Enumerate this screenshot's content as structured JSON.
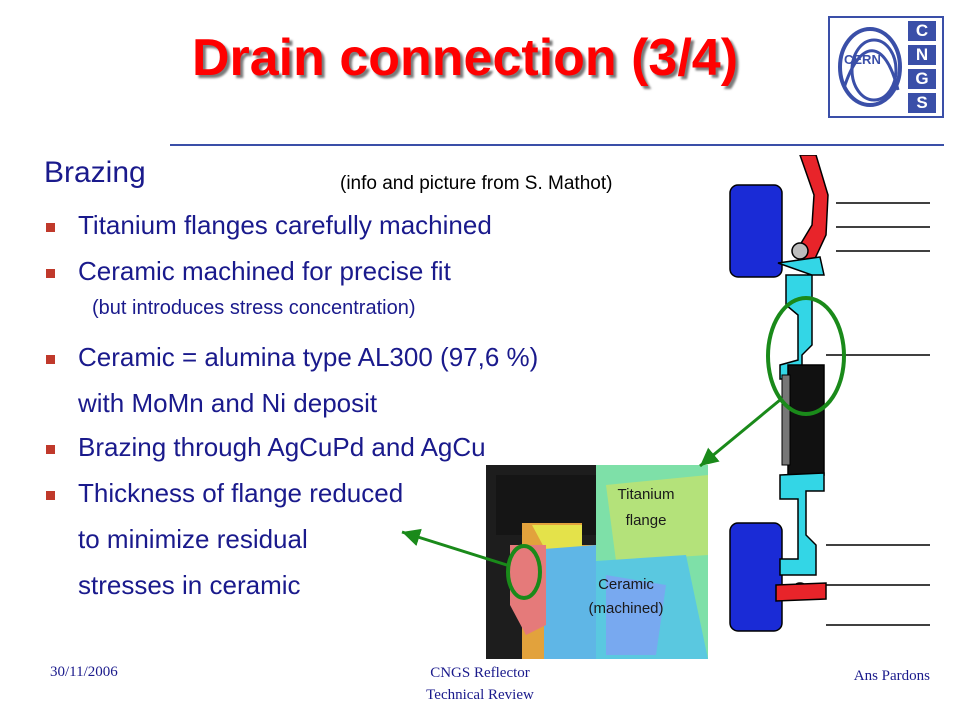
{
  "title": "Drain connection (3/4)",
  "logo": {
    "ring_text": "CERN",
    "letters": [
      "C",
      "N",
      "G",
      "S"
    ]
  },
  "section_heading": "Brazing",
  "credit": "(info and picture from S. Mathot)",
  "bullets": [
    {
      "text": "Titanium flanges carefully machined"
    },
    {
      "text": "Ceramic machined for precise fit"
    },
    {
      "text": "Ceramic = alumina type AL300 (97,6 %)"
    },
    {
      "text": "Brazing through AgCuPd and AgCu"
    },
    {
      "text": "Thickness of flange reduced"
    }
  ],
  "subnote": "(but introduces stress concentration)",
  "continuations": {
    "ceramic_line2": "with MoMn and Ni deposit",
    "thickness_line2": "to minimize residual",
    "thickness_line3": "stresses in ceramic"
  },
  "photo_labels": {
    "titanium": "Titanium",
    "flange": "flange",
    "ceramic": "Ceramic",
    "machined": "(machined)"
  },
  "footer": {
    "date": "30/11/2006",
    "center_line1": "CNGS Reflector",
    "center_line2": "Technical Review",
    "author": "Ans Pardons"
  },
  "colors": {
    "title": "#ff0000",
    "text": "#1a1a8c",
    "bullet": "#c0392b",
    "highlight_ring": "#1a8a1a",
    "flange_cyan": "#33d6e6",
    "block_blue": "#1a2bd6",
    "red_part": "#e8242a"
  }
}
